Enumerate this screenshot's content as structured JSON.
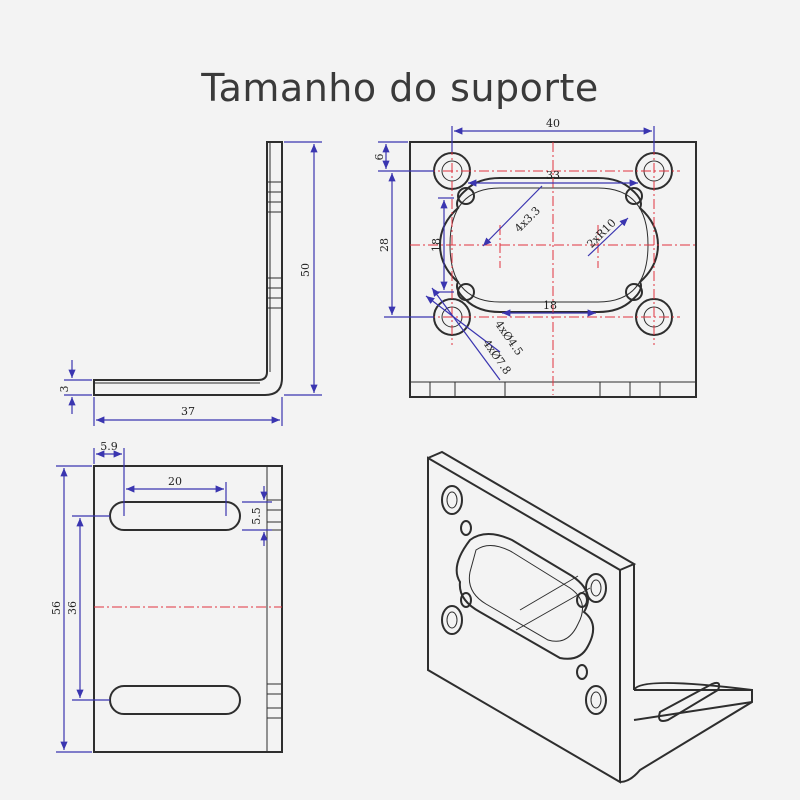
{
  "title": "Tamanho do suporte",
  "side_view": {
    "height": "50",
    "length": "37",
    "thickness": "3"
  },
  "front_view": {
    "width": "40",
    "hole_spacing": "33",
    "edge_offset": "6",
    "height": "28",
    "slot_height": "18",
    "slot_width": "18",
    "slot_hole": "4x3.3",
    "slot_radius": "2xR10",
    "hole_small": "4xØ4.5",
    "hole_large": "4xØ7.8"
  },
  "base_view": {
    "slot_offset": "5.9",
    "slot_length": "20",
    "slot_width": "5.5",
    "slot_spacing": "36",
    "height": "56"
  },
  "colors": {
    "dimension": "#3a35b0",
    "centerline": "#e0333f",
    "outline": "#2e2e2e"
  }
}
